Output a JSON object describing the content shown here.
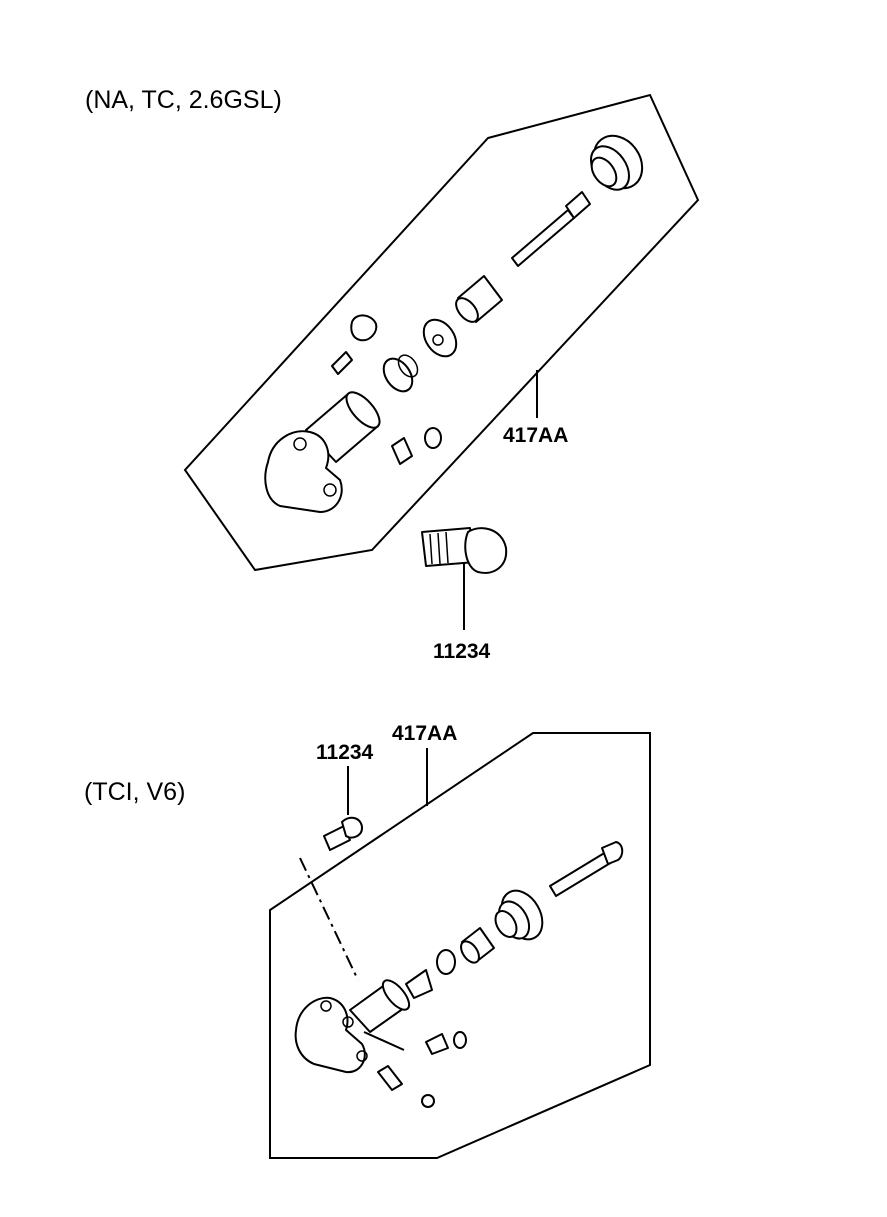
{
  "diagram": {
    "top": {
      "variant_label": "(NA, TC, 2.6GSL)",
      "assembly_part_number": "417AA",
      "bolt_part_number": "11234"
    },
    "bottom": {
      "variant_label": "(TCI, V6)",
      "assembly_part_number": "417AA",
      "bolt_part_number": "11234"
    }
  }
}
